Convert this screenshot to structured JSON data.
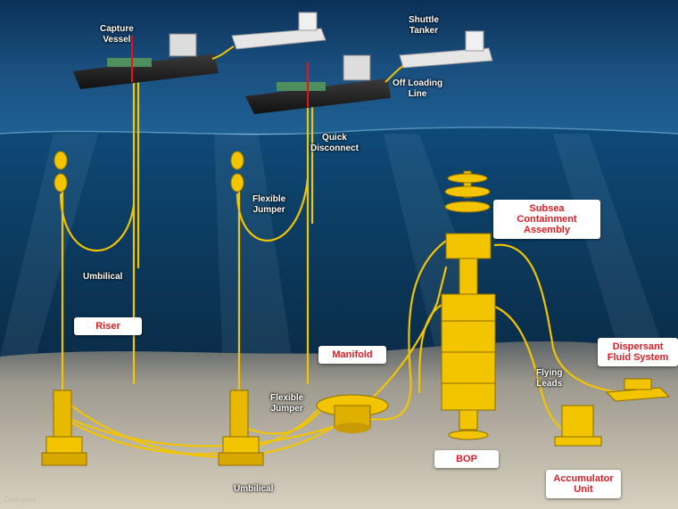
{
  "labels": {
    "capture_vessel": [
      "Capture",
      "Vessel"
    ],
    "shuttle_tanker": [
      "Shuttle",
      "Tanker"
    ],
    "off_loading_line": [
      "Off Loading",
      "Line"
    ],
    "quick_disconnect": [
      "Quick",
      "Disconnect"
    ],
    "flexible_jumper_upper": [
      "Flexible",
      "Jumper"
    ],
    "umbilical_upper": "Umbilical",
    "flexible_jumper_lower": [
      "Flexible",
      "Jumper"
    ],
    "flying_leads": [
      "Flying",
      "Leads"
    ],
    "umbilical_lower": "Umbilical"
  },
  "boxes": {
    "riser": "Riser",
    "manifold": "Manifold",
    "subsea_containment": [
      "Subsea",
      "Containment Assembly"
    ],
    "dispersant": [
      "Dispersant",
      "Fluid System"
    ],
    "bop": "BOP",
    "accumulator": [
      "Accumulator",
      "Unit"
    ]
  },
  "credit": "Contractor",
  "colors": {
    "sea": "#0d3d66",
    "seafloor": "#cbc4b3",
    "equipment": "#f2c500",
    "box_text": "#e31b23"
  }
}
